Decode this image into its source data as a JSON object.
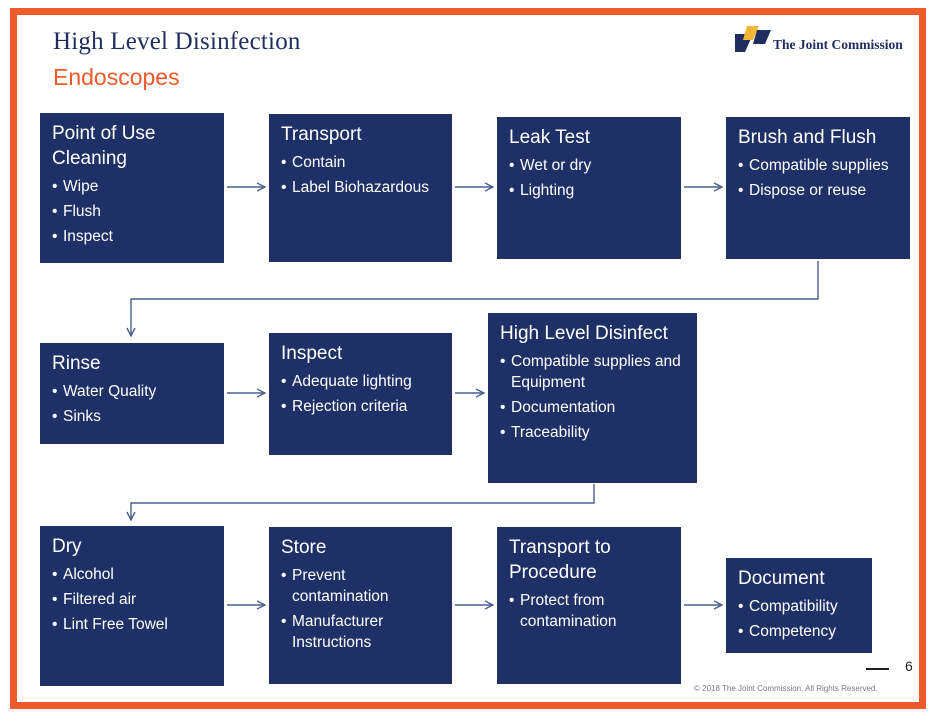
{
  "title": "High Level Disinfection",
  "subtitle": "Endoscopes",
  "logo_text": "The Joint Commission",
  "colors": {
    "frame": "#ee5a29",
    "box": "#1f3066",
    "title": "#1f2e5f",
    "arrow": "#4a5f8e"
  },
  "steps": [
    {
      "title": "Point of Use Cleaning",
      "items": [
        "Wipe",
        "Flush",
        "Inspect"
      ]
    },
    {
      "title": "Transport",
      "items": [
        "Contain",
        "Label Biohazardous"
      ]
    },
    {
      "title": "Leak Test",
      "items": [
        "Wet or dry",
        "Lighting"
      ]
    },
    {
      "title": "Brush and Flush",
      "items": [
        "Compatible supplies",
        "Dispose or reuse"
      ]
    },
    {
      "title": "Rinse",
      "items": [
        "Water Quality",
        "Sinks"
      ]
    },
    {
      "title": "Inspect",
      "items": [
        "Adequate lighting",
        "Rejection criteria"
      ]
    },
    {
      "title": "High Level Disinfect",
      "items": [
        "Compatible supplies and Equipment",
        "Documentation",
        "Traceability"
      ]
    },
    {
      "title": "Dry",
      "items": [
        "Alcohol",
        "Filtered air",
        "Lint Free Towel"
      ]
    },
    {
      "title": "Store",
      "items": [
        "Prevent contamination",
        "Manufacturer Instructions"
      ]
    },
    {
      "title": "Transport to Procedure",
      "items": [
        "Protect from contamination"
      ]
    },
    {
      "title": "Document",
      "items": [
        "Compatibility",
        "Competency"
      ]
    }
  ],
  "page_number": "6",
  "copyright": "© 2018 The Joint Commission. All Rights Reserved."
}
